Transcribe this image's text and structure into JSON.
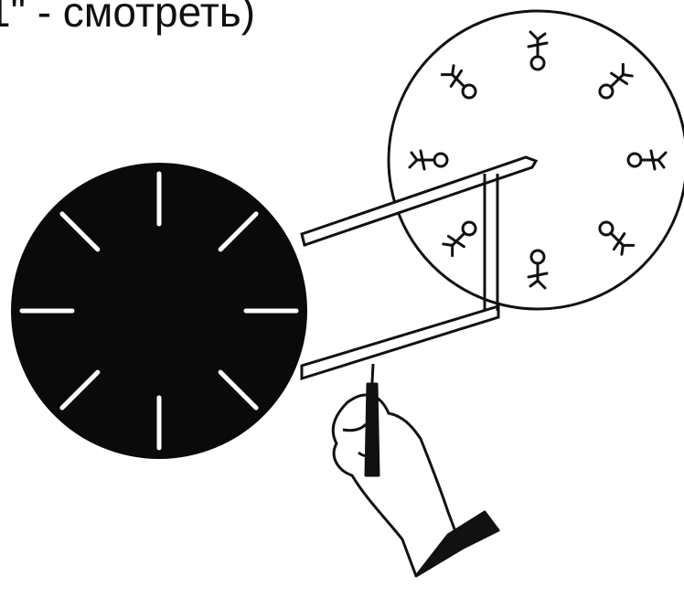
{
  "caption": "1\" - смотреть)",
  "colors": {
    "ink": "#0a0a0a",
    "paper": "#ffffff"
  },
  "figure": {
    "front_disc_slit_count": 8,
    "back_disc_frame_count": 8
  }
}
